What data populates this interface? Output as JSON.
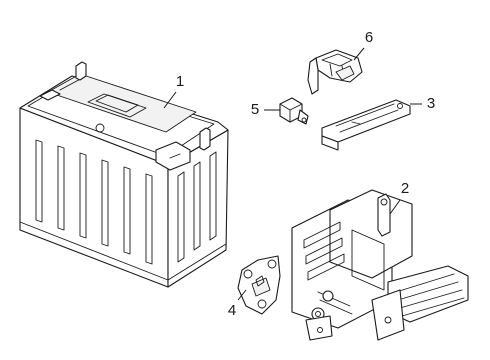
{
  "callouts": {
    "battery": {
      "number": "1"
    },
    "bracket_tray": {
      "number": "2"
    },
    "hold_down_clamp": {
      "number": "3"
    },
    "mount_plate": {
      "number": "4"
    },
    "sensor": {
      "number": "5"
    },
    "terminal_clip": {
      "number": "6"
    }
  },
  "colors": {
    "line": "#1a1a1a",
    "background": "#ffffff"
  }
}
